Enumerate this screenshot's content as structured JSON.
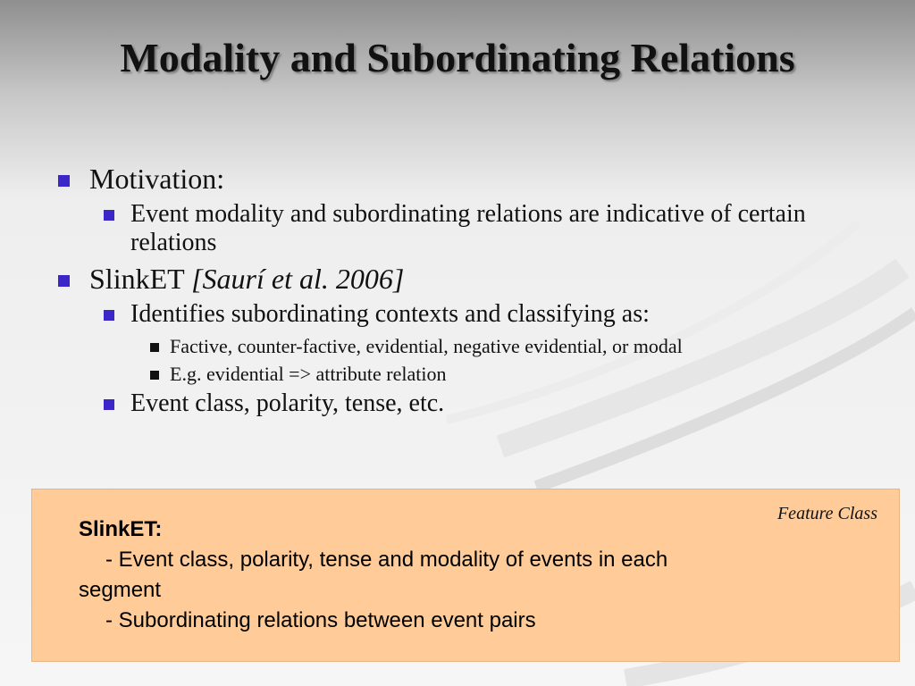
{
  "slide": {
    "title": "Modality and Subordinating Relations",
    "bullets": {
      "motivation": "Motivation:",
      "motivation_detail": "Event modality and subordinating relations are indicative of certain relations",
      "slinket": "SlinkET",
      "slinket_cite": "[Saurí et al. 2006]",
      "identifies": "Identifies subordinating contexts and classifying as:",
      "factive": "Factive, counter-factive, evidential, negative evidential, or modal",
      "example": "E.g. evidential => attribute relation",
      "event_class": "Event class, polarity, tense, etc."
    },
    "feature_box": {
      "tag": "Feature Class",
      "heading": "SlinkET:",
      "line1": "- Event class, polarity, tense and modality of events in each",
      "line1_cont": "segment",
      "line2": "- Subordinating relations between event pairs"
    },
    "colors": {
      "bullet": "#3b27c8",
      "feature_box": "#ffcc99"
    }
  }
}
